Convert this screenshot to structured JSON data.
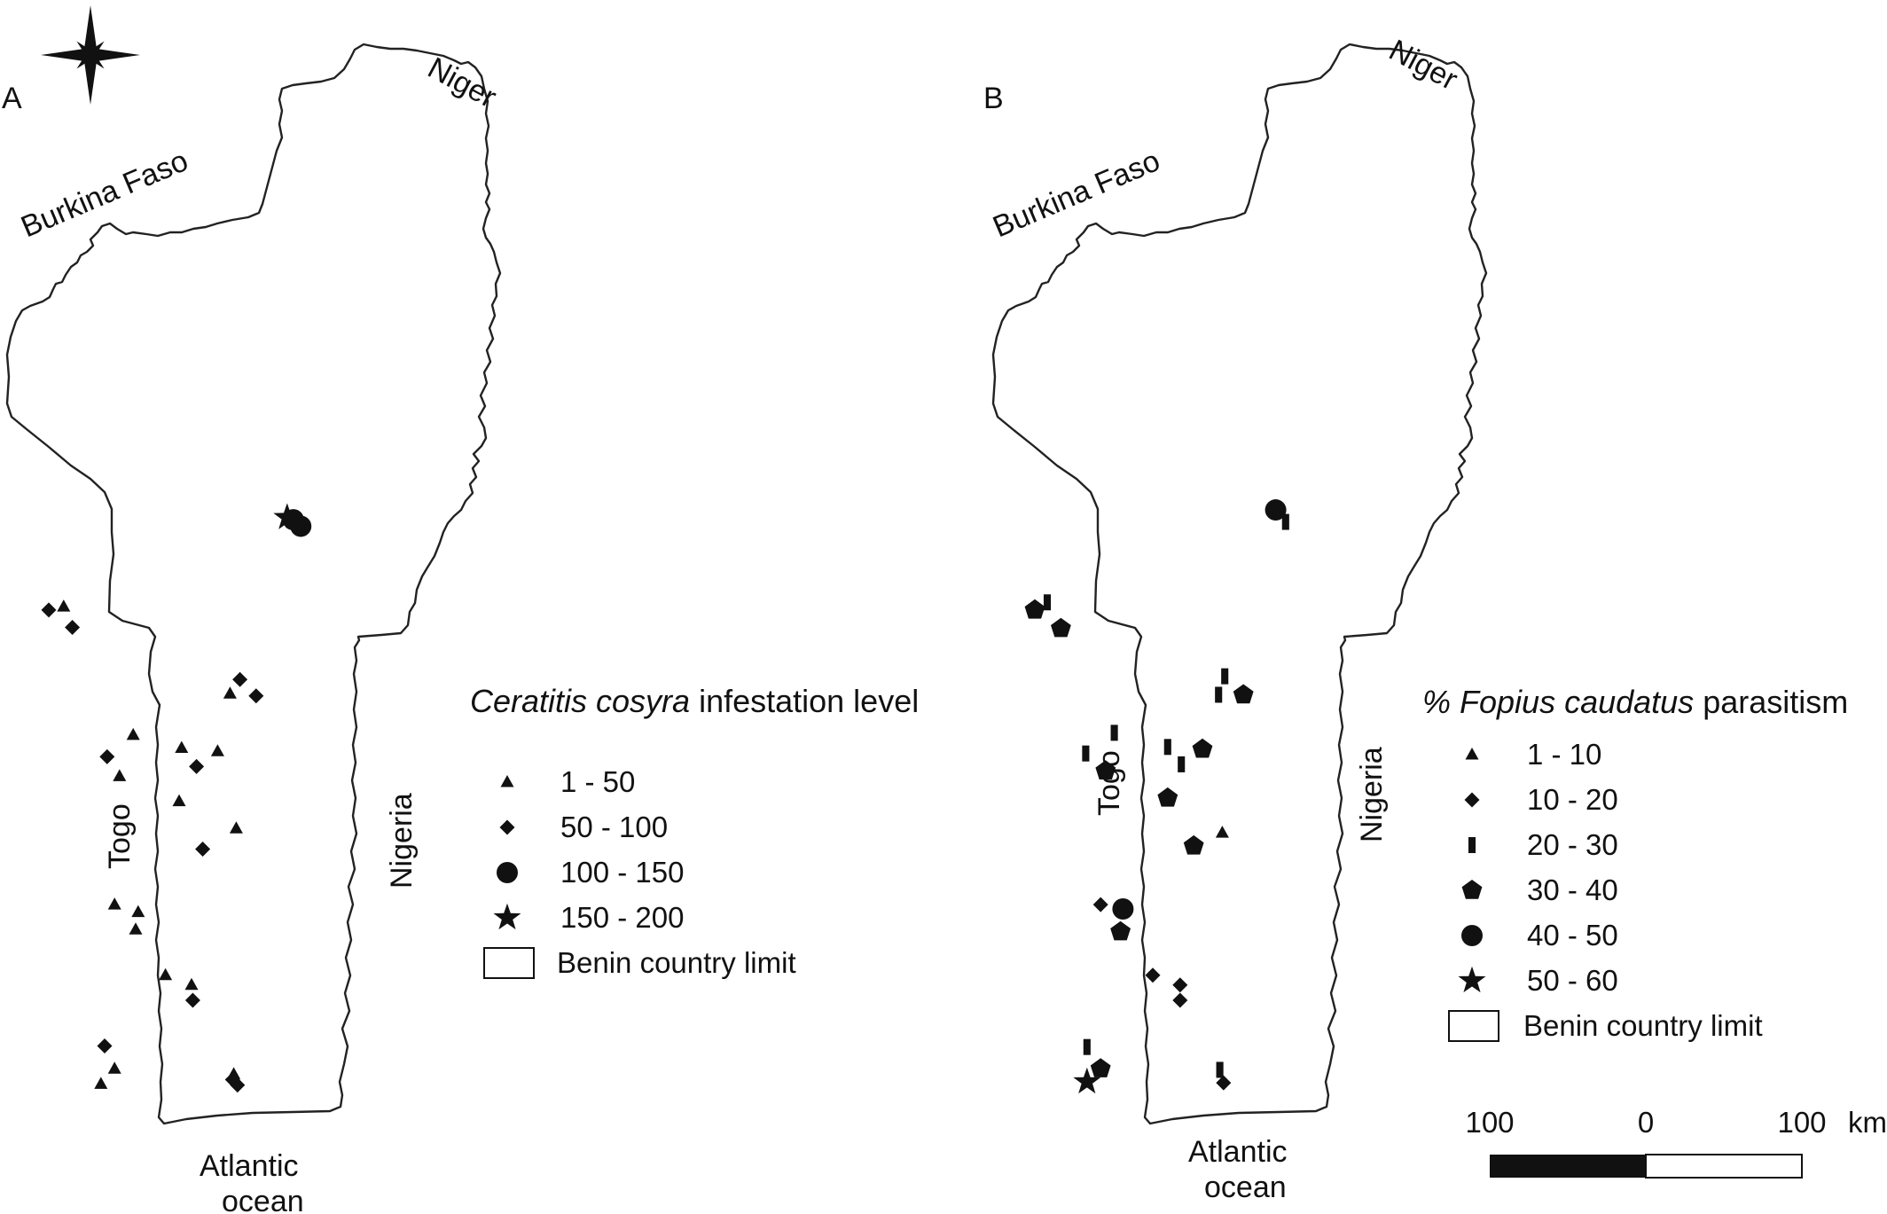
{
  "panels": [
    {
      "id": "A",
      "label": "A",
      "countries": {
        "niger": "Niger",
        "burkina": "Burkina Faso",
        "togo": "Togo",
        "nigeria": "Nigeria",
        "ocean_line1": "Atlantic",
        "ocean_line2": "ocean"
      },
      "legend": {
        "title_italic": "Ceratitis cosyra",
        "title_rest": " infestation level",
        "items": [
          {
            "symbol": "triangle",
            "label": "1 - 50"
          },
          {
            "symbol": "diamond",
            "label": "50 - 100"
          },
          {
            "symbol": "circle",
            "label": "100 - 150"
          },
          {
            "symbol": "star",
            "label": "150 - 200"
          },
          {
            "symbol": "rect",
            "label": "Benin country limit"
          }
        ]
      },
      "sites": [
        {
          "symbol": "star",
          "lon": 2.97,
          "lat": 11.88
        },
        {
          "symbol": "circle",
          "lon": 3.02,
          "lat": 11.86
        },
        {
          "symbol": "circle",
          "lon": 3.08,
          "lat": 11.8
        },
        {
          "symbol": "diamond",
          "lon": 1.05,
          "lat": 11.03
        },
        {
          "symbol": "triangle",
          "lon": 1.17,
          "lat": 11.06
        },
        {
          "symbol": "diamond",
          "lon": 1.24,
          "lat": 10.87
        },
        {
          "symbol": "diamond",
          "lon": 2.59,
          "lat": 10.39
        },
        {
          "symbol": "triangle",
          "lon": 2.51,
          "lat": 10.26
        },
        {
          "symbol": "diamond",
          "lon": 2.72,
          "lat": 10.24
        },
        {
          "symbol": "triangle",
          "lon": 1.73,
          "lat": 9.88
        },
        {
          "symbol": "diamond",
          "lon": 1.52,
          "lat": 9.68
        },
        {
          "symbol": "triangle",
          "lon": 2.12,
          "lat": 9.76
        },
        {
          "symbol": "triangle",
          "lon": 2.41,
          "lat": 9.73
        },
        {
          "symbol": "diamond",
          "lon": 2.24,
          "lat": 9.59
        },
        {
          "symbol": "triangle",
          "lon": 1.62,
          "lat": 9.5
        },
        {
          "symbol": "triangle",
          "lon": 2.1,
          "lat": 9.27
        },
        {
          "symbol": "triangle",
          "lon": 2.56,
          "lat": 9.02
        },
        {
          "symbol": "diamond",
          "lon": 2.29,
          "lat": 8.83
        },
        {
          "symbol": "triangle",
          "lon": 1.58,
          "lat": 8.32
        },
        {
          "symbol": "triangle",
          "lon": 1.77,
          "lat": 8.25
        },
        {
          "symbol": "triangle",
          "lon": 1.75,
          "lat": 8.09
        },
        {
          "symbol": "triangle",
          "lon": 1.99,
          "lat": 7.67
        },
        {
          "symbol": "triangle",
          "lon": 2.2,
          "lat": 7.58
        },
        {
          "symbol": "diamond",
          "lon": 2.21,
          "lat": 7.44
        },
        {
          "symbol": "diamond",
          "lon": 1.5,
          "lat": 7.02
        },
        {
          "symbol": "triangle",
          "lon": 1.58,
          "lat": 6.81
        },
        {
          "symbol": "triangle",
          "lon": 1.47,
          "lat": 6.67
        },
        {
          "symbol": "triangle",
          "lon": 2.54,
          "lat": 6.76
        },
        {
          "symbol": "diamond",
          "lon": 2.53,
          "lat": 6.71
        },
        {
          "symbol": "diamond",
          "lon": 2.57,
          "lat": 6.66
        }
      ]
    },
    {
      "id": "B",
      "label": "B",
      "countries": {
        "niger": "Niger",
        "burkina": "Burkina Faso",
        "togo": "Togo",
        "nigeria": "Nigeria",
        "ocean_line1": "Atlantic",
        "ocean_line2": "ocean"
      },
      "legend": {
        "title_italic": "% Fopius caudatus",
        "title_rest": " parasitism",
        "items": [
          {
            "symbol": "triangle",
            "label": "1 - 10"
          },
          {
            "symbol": "diamond",
            "label": "10 - 20"
          },
          {
            "symbol": "bar",
            "label": "20 - 30"
          },
          {
            "symbol": "pentagon",
            "label": "30 - 40"
          },
          {
            "symbol": "circle",
            "label": "40 - 50"
          },
          {
            "symbol": "star",
            "label": "50 - 60"
          },
          {
            "symbol": "rect",
            "label": "Benin country limit"
          }
        ]
      },
      "sites": [
        {
          "symbol": "circle",
          "lon": 2.99,
          "lat": 11.95
        },
        {
          "symbol": "bar",
          "lon": 3.07,
          "lat": 11.84
        },
        {
          "symbol": "pentagon",
          "lon": 1.05,
          "lat": 11.03
        },
        {
          "symbol": "bar",
          "lon": 1.15,
          "lat": 11.1
        },
        {
          "symbol": "pentagon",
          "lon": 1.26,
          "lat": 10.86
        },
        {
          "symbol": "bar",
          "lon": 2.58,
          "lat": 10.42
        },
        {
          "symbol": "bar",
          "lon": 2.53,
          "lat": 10.25
        },
        {
          "symbol": "pentagon",
          "lon": 2.73,
          "lat": 10.25
        },
        {
          "symbol": "bar",
          "lon": 1.69,
          "lat": 9.9
        },
        {
          "symbol": "bar",
          "lon": 2.12,
          "lat": 9.77
        },
        {
          "symbol": "bar",
          "lon": 1.46,
          "lat": 9.71
        },
        {
          "symbol": "bar",
          "lon": 2.23,
          "lat": 9.61
        },
        {
          "symbol": "pentagon",
          "lon": 2.4,
          "lat": 9.75
        },
        {
          "symbol": "pentagon",
          "lon": 1.62,
          "lat": 9.55
        },
        {
          "symbol": "pentagon",
          "lon": 2.12,
          "lat": 9.3
        },
        {
          "symbol": "triangle",
          "lon": 2.56,
          "lat": 8.98
        },
        {
          "symbol": "pentagon",
          "lon": 2.33,
          "lat": 8.86
        },
        {
          "symbol": "diamond",
          "lon": 1.58,
          "lat": 8.32
        },
        {
          "symbol": "circle",
          "lon": 1.76,
          "lat": 8.28
        },
        {
          "symbol": "pentagon",
          "lon": 1.74,
          "lat": 8.07
        },
        {
          "symbol": "diamond",
          "lon": 2.0,
          "lat": 7.67
        },
        {
          "symbol": "diamond",
          "lon": 2.22,
          "lat": 7.58
        },
        {
          "symbol": "diamond",
          "lon": 2.22,
          "lat": 7.44
        },
        {
          "symbol": "bar",
          "lon": 1.47,
          "lat": 7.01
        },
        {
          "symbol": "pentagon",
          "lon": 1.58,
          "lat": 6.81
        },
        {
          "symbol": "star",
          "lon": 1.47,
          "lat": 6.69
        },
        {
          "symbol": "bar",
          "lon": 2.54,
          "lat": 6.8
        },
        {
          "symbol": "diamond",
          "lon": 2.57,
          "lat": 6.68
        }
      ],
      "scale_bar": {
        "left": "100",
        "mid": "0",
        "right": "100",
        "unit": "km"
      }
    }
  ],
  "icons": {
    "north_arrow": "compass-star-icon"
  },
  "colors": {
    "ink": "#111111",
    "background": "#ffffff"
  }
}
